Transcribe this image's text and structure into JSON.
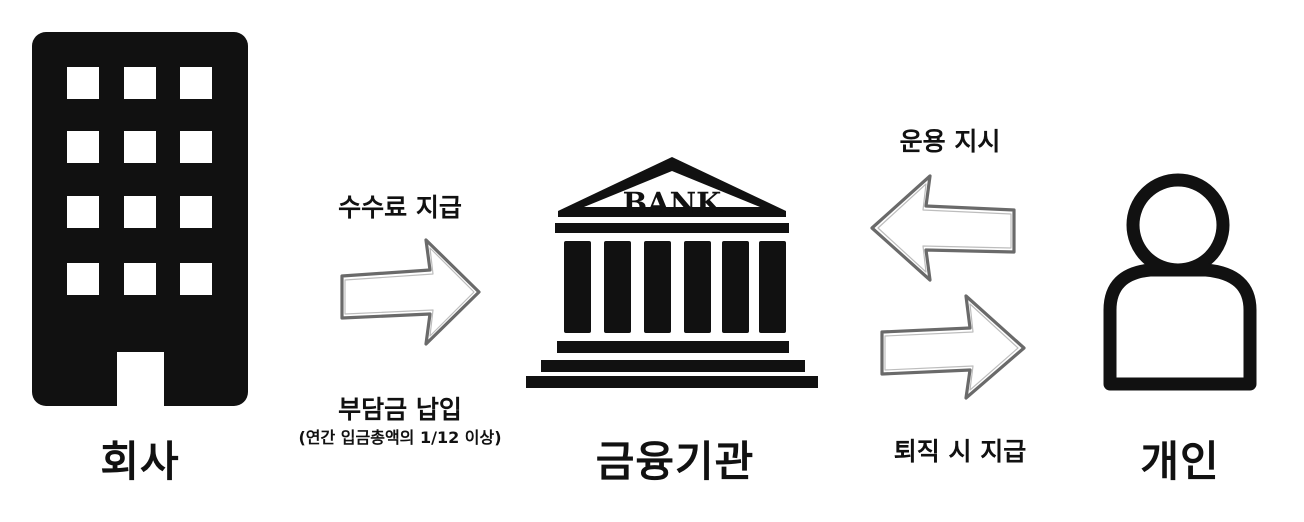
{
  "entities": {
    "company": {
      "label": "회사",
      "icon": "office-building-icon"
    },
    "bank": {
      "label": "금융기관",
      "icon": "bank-icon",
      "sign_text": "BANK"
    },
    "person": {
      "label": "개인",
      "icon": "person-icon"
    }
  },
  "flows": {
    "fee_payment": {
      "label": "수수료 지급",
      "direction": "company-to-bank"
    },
    "contribution": {
      "label": "부담금 납입",
      "note": "(연간 입금총액의 1/12 이상)",
      "direction": "company-to-bank"
    },
    "investment_instruction": {
      "label": "운용 지시",
      "direction": "person-to-bank"
    },
    "retirement_payment": {
      "label": "퇴직 시 지급",
      "direction": "bank-to-person"
    }
  },
  "colors": {
    "ink": "#111111",
    "background": "#ffffff",
    "arrow_outline": "#6a6a6a"
  }
}
